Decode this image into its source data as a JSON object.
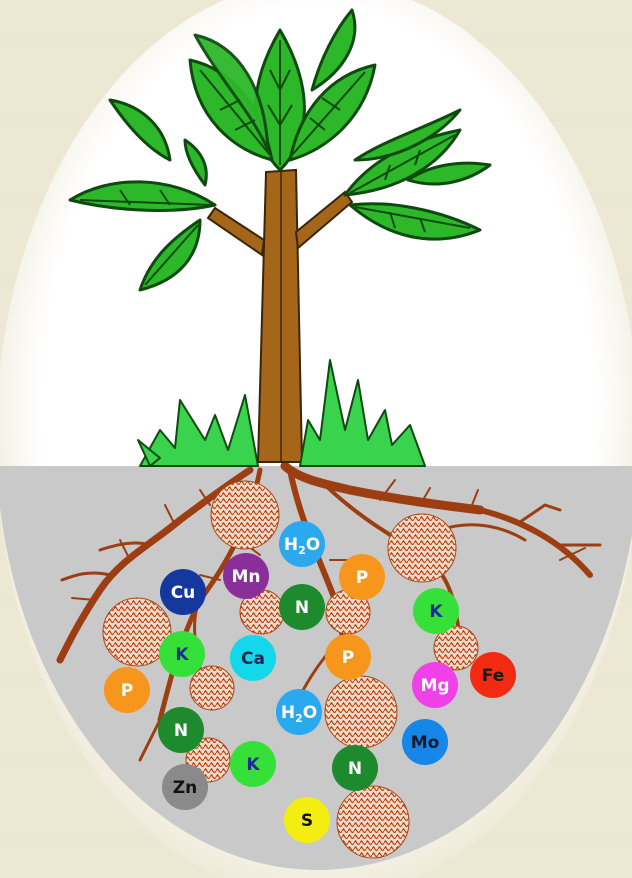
{
  "nutrients": [
    {
      "id": "h2o-top",
      "label": "H2O",
      "main": "H",
      "sub": "2",
      "tail": "O",
      "color": "#2aa9ee",
      "text": "#ffffff"
    },
    {
      "id": "mn",
      "label": "Mn",
      "color": "#8a2e9a",
      "text": "#ffffff"
    },
    {
      "id": "p-top",
      "label": "P",
      "color": "#f7961c",
      "text": "#ffffff"
    },
    {
      "id": "cu",
      "label": "Cu",
      "color": "#14389e",
      "text": "#ffffff"
    },
    {
      "id": "n-top",
      "label": "N",
      "color": "#1e8a2e",
      "text": "#ffffff"
    },
    {
      "id": "k-right",
      "label": "K",
      "color": "#35e039",
      "text": "#1a2a9a"
    },
    {
      "id": "k-left",
      "label": "K",
      "color": "#35e039",
      "text": "#1a2a9a"
    },
    {
      "id": "ca",
      "label": "Ca",
      "color": "#12d8ea",
      "text": "#1a2a4a"
    },
    {
      "id": "p-mid",
      "label": "P",
      "color": "#f7961c",
      "text": "#ffffff"
    },
    {
      "id": "fe",
      "label": "Fe",
      "color": "#f22a12",
      "text": "#1a1a1a"
    },
    {
      "id": "p-left",
      "label": "P",
      "color": "#f7961c",
      "text": "#ffffff"
    },
    {
      "id": "mg",
      "label": "Mg",
      "color": "#f040e8",
      "text": "#ffffff"
    },
    {
      "id": "h2o-mid",
      "label": "H2O",
      "main": "H",
      "sub": "2",
      "tail": "O",
      "color": "#2aa9ee",
      "text": "#ffffff"
    },
    {
      "id": "n-left",
      "label": "N",
      "color": "#1e8a2e",
      "text": "#ffffff"
    },
    {
      "id": "mo",
      "label": "Mo",
      "color": "#1686e8",
      "text": "#1a1a2a"
    },
    {
      "id": "k-bottom",
      "label": "K",
      "color": "#35e039",
      "text": "#1a2a9a"
    },
    {
      "id": "n-bottom",
      "label": "N",
      "color": "#1e8a2e",
      "text": "#ffffff"
    },
    {
      "id": "zn",
      "label": "Zn",
      "color": "#8a8a8a",
      "text": "#111111"
    },
    {
      "id": "s",
      "label": "S",
      "color": "#f4ee10",
      "text": "#111111"
    }
  ],
  "colors": {
    "soil": "#c9c9c9",
    "trunk": "#a5661a",
    "trunk_outline": "#3a2508",
    "leaf": "#2db82a",
    "leaf_dark": "#0e4a10",
    "grass": "#39d34d",
    "root": "#9c3e12",
    "soil_clump": "#c0521e"
  }
}
